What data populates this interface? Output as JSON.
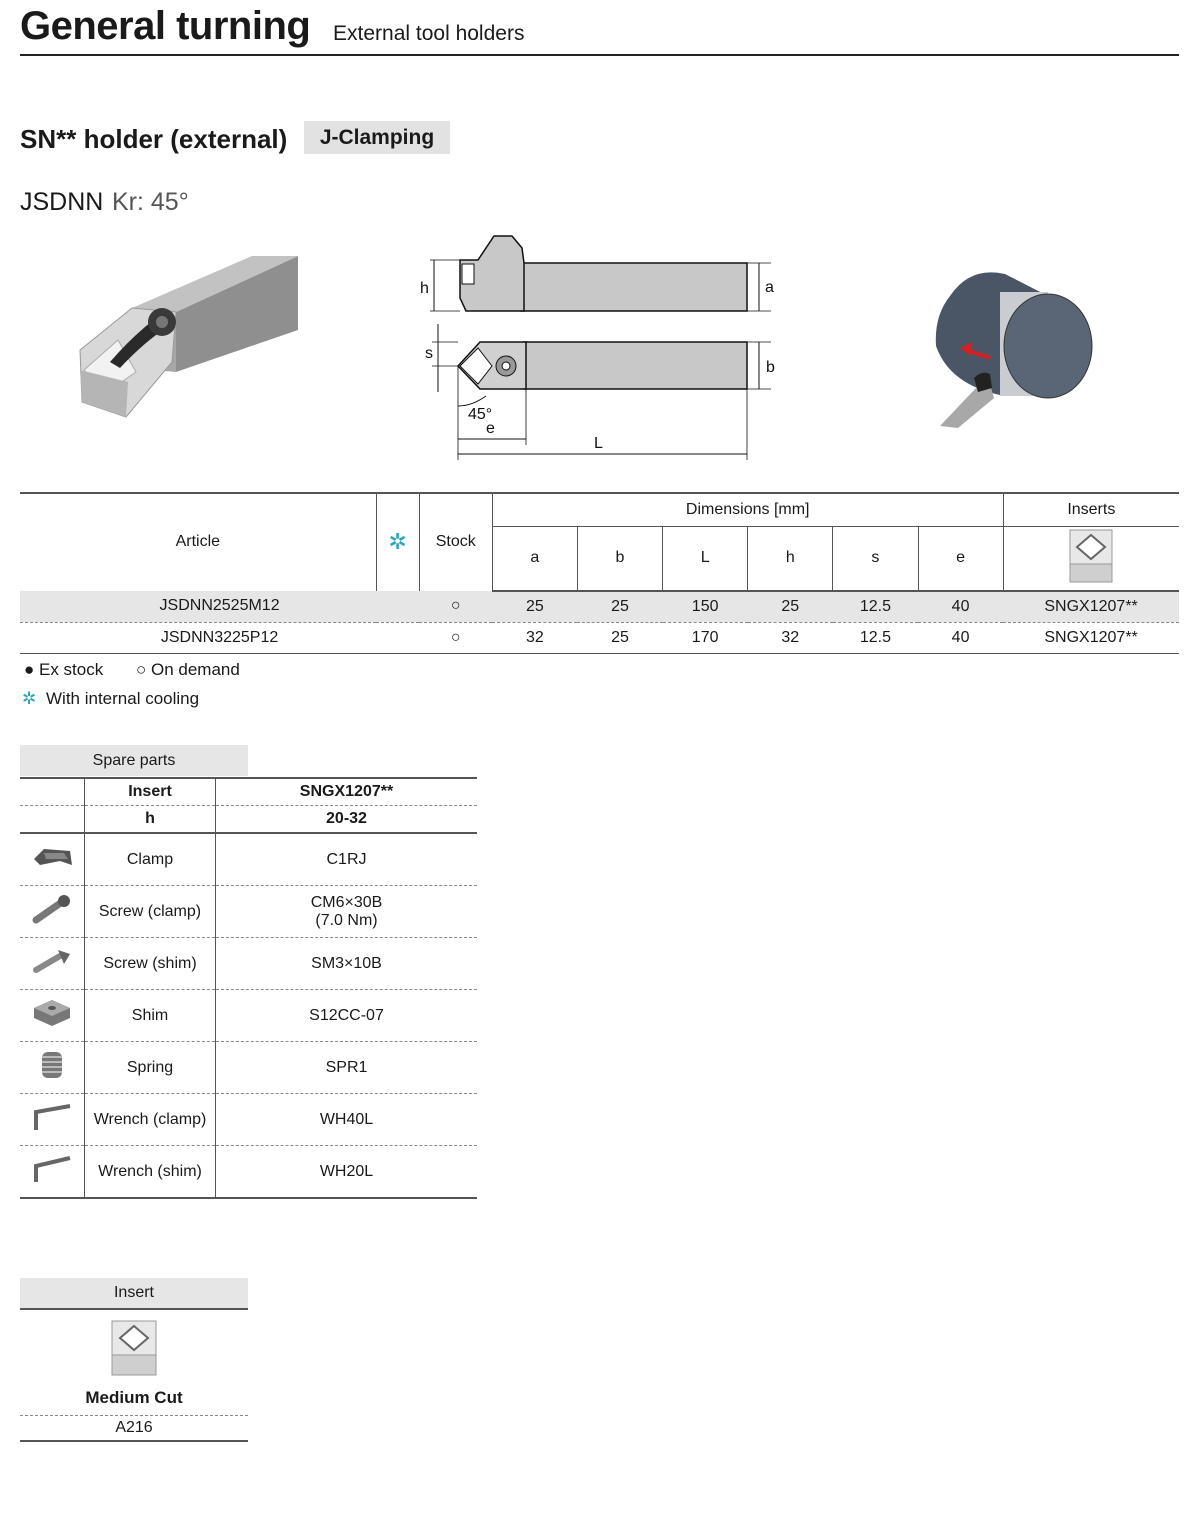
{
  "header": {
    "title": "General turning",
    "subtitle": "External tool holders"
  },
  "section": {
    "title": "SN** holder (external)",
    "clamping": "J-Clamping",
    "model": "JSDNN",
    "kr": "Kr: 45°"
  },
  "diagram": {
    "h": "h",
    "a": "a",
    "s": "s",
    "b": "b",
    "angle": "45°",
    "e": "e",
    "L": "L"
  },
  "table": {
    "article_label": "Article",
    "stock_label": "Stock",
    "dimensions_label": "Dimensions [mm]",
    "inserts_label": "Inserts",
    "cols": [
      "a",
      "b",
      "L",
      "h",
      "s",
      "e"
    ],
    "rows": [
      {
        "article": "JSDNN2525M12",
        "stock": "○",
        "a": "25",
        "b": "25",
        "L": "150",
        "h": "25",
        "s": "12.5",
        "e": "40",
        "insert": "SNGX1207**"
      },
      {
        "article": "JSDNN3225P12",
        "stock": "○",
        "a": "32",
        "b": "25",
        "L": "170",
        "h": "32",
        "s": "12.5",
        "e": "40",
        "insert": "SNGX1207**"
      }
    ]
  },
  "legend": {
    "ex_stock": "● Ex stock",
    "on_demand": "○ On demand",
    "cooling": "With internal cooling",
    "cooling_symbol": "✲"
  },
  "spare": {
    "title": "Spare parts",
    "insert_label": "Insert",
    "insert_value": "SNGX1207**",
    "h_label": "h",
    "h_value": "20-32",
    "parts": [
      {
        "icon": "clamp-icon",
        "name": "Clamp",
        "code": "C1RJ",
        "note": ""
      },
      {
        "icon": "screw-clamp-icon",
        "name": "Screw (clamp)",
        "code": "CM6×30B",
        "note": "(7.0 Nm)"
      },
      {
        "icon": "screw-shim-icon",
        "name": "Screw (shim)",
        "code": "SM3×10B",
        "note": ""
      },
      {
        "icon": "shim-icon",
        "name": "Shim",
        "code": "S12CC-07",
        "note": ""
      },
      {
        "icon": "spring-icon",
        "name": "Spring",
        "code": "SPR1",
        "note": ""
      },
      {
        "icon": "wrench-icon",
        "name": "Wrench (clamp)",
        "code": "WH40L",
        "note": ""
      },
      {
        "icon": "wrench-icon",
        "name": "Wrench (shim)",
        "code": "WH20L",
        "note": ""
      }
    ]
  },
  "insert_box": {
    "title": "Insert",
    "cut": "Medium Cut",
    "grade": "A216"
  },
  "colors": {
    "cooling": "#2aa6b8",
    "arrow": "#d42020"
  }
}
